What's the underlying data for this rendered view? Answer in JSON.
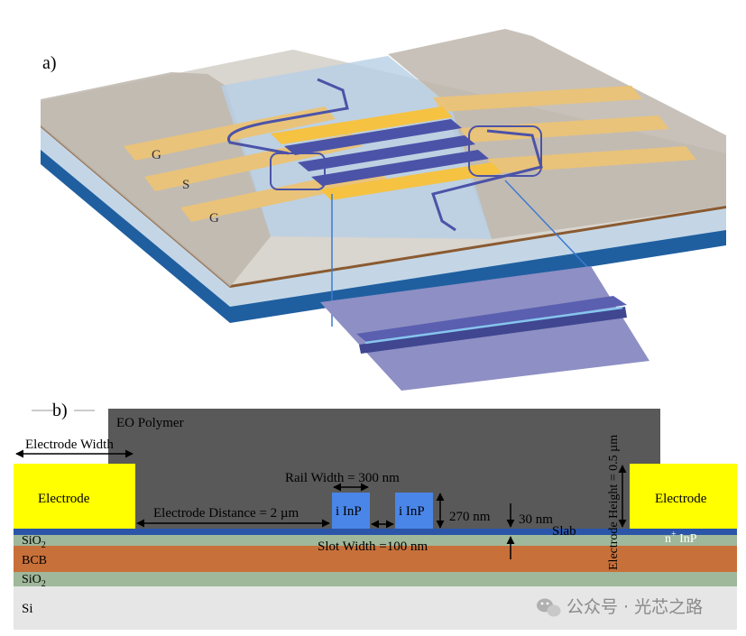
{
  "panel_a": {
    "label": "a)",
    "pad_g_top": "G",
    "pad_s": "S",
    "pad_g_bottom": "G"
  },
  "panel_b": {
    "label": "b)",
    "eo_polymer": "EO Polymer",
    "electrode_width": "Electrode Width",
    "electrode_left": "Electrode",
    "electrode_right": "Electrode",
    "rail_width": "Rail Width = 300 nm",
    "electrode_distance": "Electrode Distance = 2 µm",
    "inp_left": "i InP",
    "inp_right": "i InP",
    "rail_height": "270 nm",
    "slab_height": "30 nm",
    "slab": "Slab",
    "slot_width": "Slot Width =100 nm",
    "electrode_height": "Electrode Height = 0.5 µm",
    "n_inp": "n",
    "n_inp_sup": "+",
    "n_inp_rest": " InP",
    "sio2_top": "SiO",
    "sio2_top_sub": "2",
    "bcb": "BCB",
    "sio2_bottom": "SiO",
    "sio2_bottom_sub": "2",
    "si": "Si"
  },
  "watermark": {
    "text": "公众号 · 光芯之路",
    "icon": "wechat-icon"
  },
  "colors": {
    "electrode": "#ffff00",
    "eo_polymer": "#595959",
    "inp_rail": "#4a86e8",
    "slab": "#2a55a8",
    "bcb": "#c8703a",
    "sio2": "#9fb79a",
    "si": "#e6e6e6",
    "gold": "#f2c14e",
    "substrate_blue": "#1f5fa0"
  }
}
